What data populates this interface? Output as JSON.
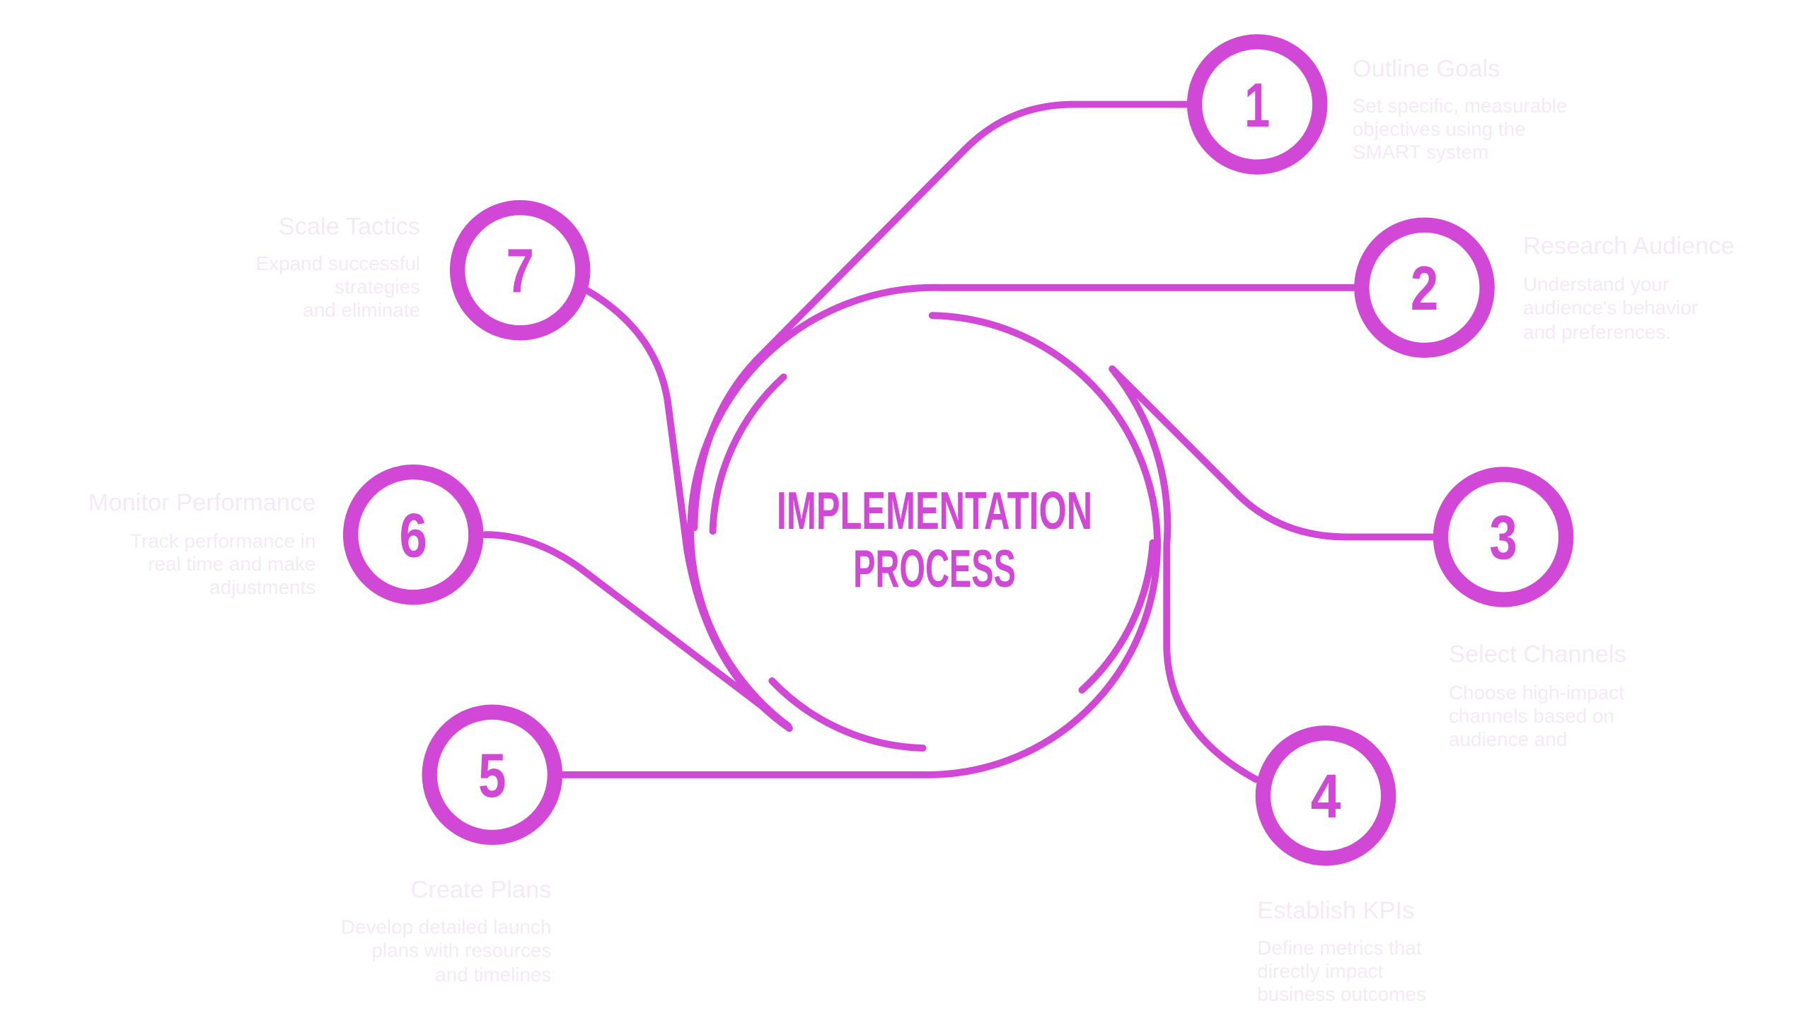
{
  "title": [
    "IMPLEMENTATION",
    "PROCESS"
  ],
  "accent_color": "#D147D6",
  "steps": [
    {
      "number": "1",
      "title": "Outline Goals",
      "desc": [
        "Set specific, measurable",
        "objectives using the",
        "SMART system"
      ]
    },
    {
      "number": "2",
      "title": "Research Audience",
      "desc": [
        "Understand your",
        "audience's behavior",
        "and preferences."
      ]
    },
    {
      "number": "3",
      "title": "Select Channels",
      "desc": [
        "Choose high-impact",
        "channels based on",
        "audience and"
      ]
    },
    {
      "number": "4",
      "title": "Establish KPIs",
      "desc": [
        "Define metrics that",
        "directly impact",
        "business outcomes"
      ]
    },
    {
      "number": "5",
      "title": "Create Plans",
      "desc": [
        "Develop detailed launch",
        "plans with resources",
        "and timelines"
      ]
    },
    {
      "number": "6",
      "title": "Monitor Performance",
      "desc": [
        "Track performance in",
        "real time and make",
        "adjustments"
      ]
    },
    {
      "number": "7",
      "title": "Scale Tactics",
      "desc": [
        "Expand successful",
        "strategies",
        "and eliminate"
      ]
    }
  ]
}
